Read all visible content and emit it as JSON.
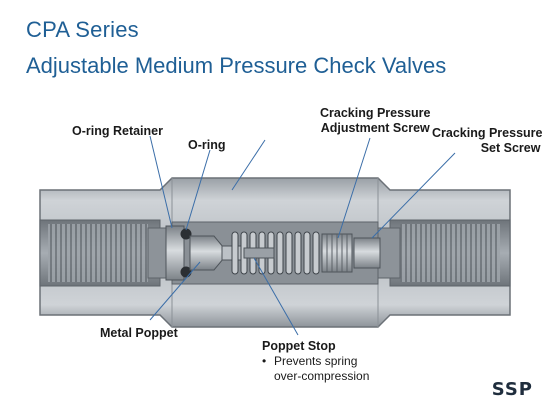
{
  "title": "CPA Series",
  "subtitle": "Adjustable Medium Pressure Check Valves",
  "labels": {
    "oring_retainer": "O-ring Retainer",
    "oring": "O-ring",
    "cracking_adjust_line1": "Cracking  Pressure",
    "cracking_adjust_line2": "Adjustment Screw",
    "cracking_set_line1": "Cracking  Pressure",
    "cracking_set_line2": "Set Screw",
    "metal_poppet": "Metal Poppet",
    "poppet_stop": "Poppet Stop",
    "poppet_stop_bullet_line1": "Prevents spring",
    "poppet_stop_bullet_line2": "over-compression"
  },
  "logo": "SSP",
  "colors": {
    "title": "#1f5f95",
    "body_metal": "#b9bec4",
    "body_dark": "#8a9096",
    "leader": "#3b6ea8"
  }
}
